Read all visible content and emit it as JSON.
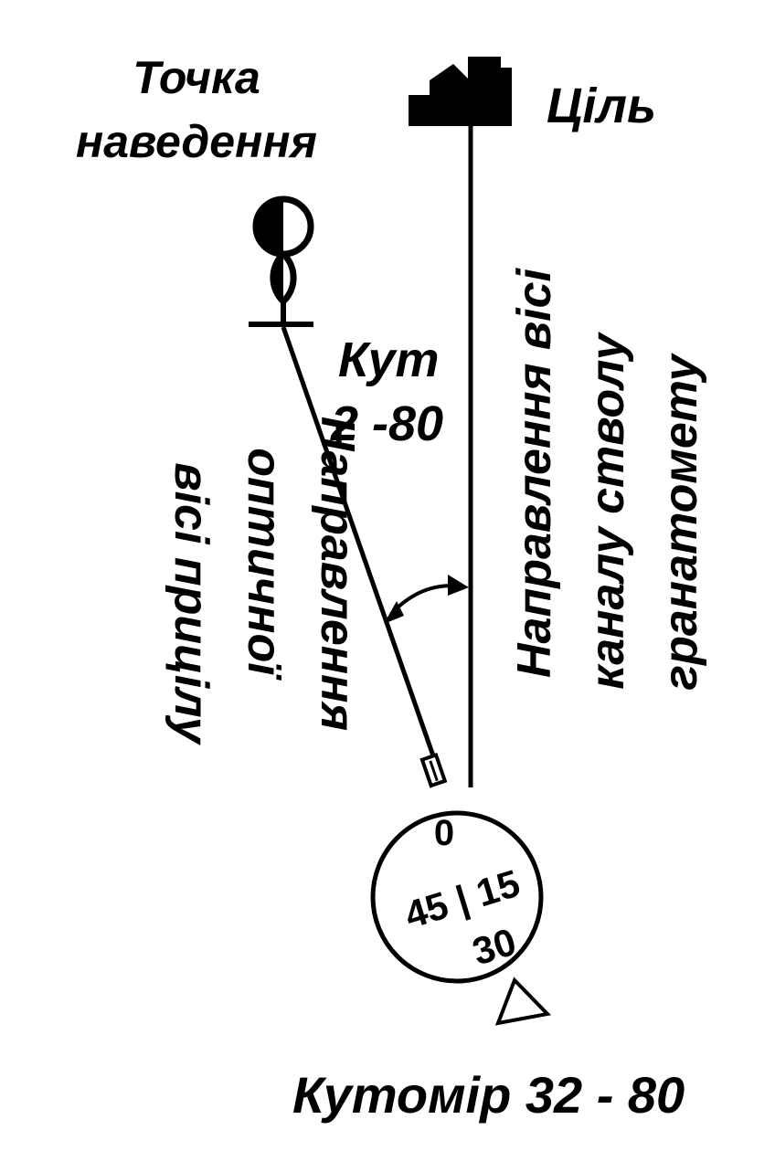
{
  "labels": {
    "aiming_point_line1": "Точка",
    "aiming_point_line2": "наведення",
    "target": "Ціль",
    "angle_line1": "Кут",
    "angle_line2": "2 -80",
    "barrel_axis_line1": "Направлення вісі",
    "barrel_axis_line2": "каналу стволу",
    "barrel_axis_line3": "гранатомету",
    "sight_axis_line1": "Направлення",
    "sight_axis_line2": "оптичної",
    "sight_axis_line3": "вісі прицілу",
    "dial_top": "0",
    "dial_middle": "45 | 15",
    "dial_bottom": "30",
    "protractor": "Кутомір 32 - 80"
  }
}
